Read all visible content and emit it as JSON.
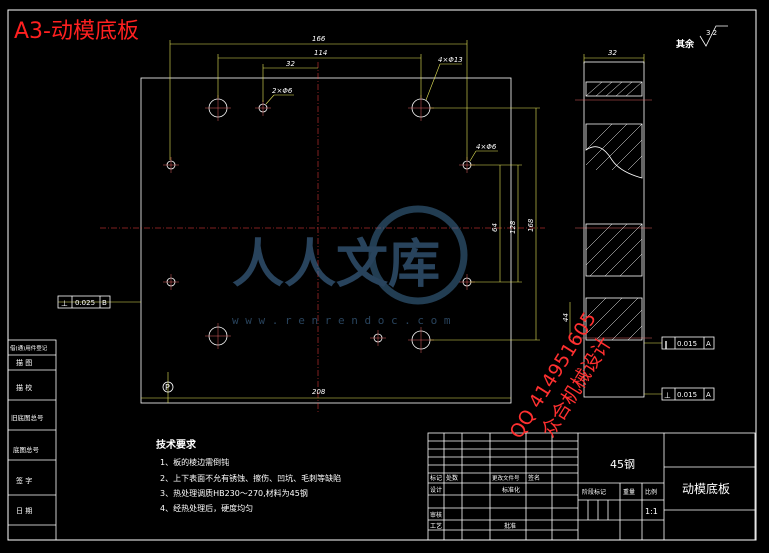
{
  "sheet_title": "A3-动模底板",
  "surface_finish": {
    "label": "其余",
    "value": "3.2"
  },
  "dimensions": {
    "d166": "166",
    "d114": "114",
    "d32": "32",
    "d4x13": "4×Φ13",
    "d2x6": "2×Φ6",
    "d4x6": "4×Φ6",
    "d64": "64",
    "d128": "128",
    "d168": "168",
    "d208": "208",
    "thk32": "32",
    "d44": "44"
  },
  "tolerances": {
    "left": {
      "value": "0.025",
      "datum": "B"
    },
    "right1": {
      "value": "0.015",
      "datum": "A"
    },
    "right2": {
      "value": "0.015",
      "datum": "A"
    }
  },
  "datum_circle": "P",
  "tech_req": {
    "title": "技术要求",
    "items": [
      "1、板的棱边需倒钝",
      "2、上下表面不允有锈蚀、擦伤、凹坑、毛刺等缺陷",
      "3、热处理调质HB230～270,材料为45钢",
      "4、经热处理后，硬度均匀"
    ]
  },
  "left_strip": [
    "借(通)用件登记",
    "描 图",
    "描 校",
    "旧底图总号",
    "底图总号",
    "签 字",
    "日 期"
  ],
  "title_block": {
    "material": "45钢",
    "part_name": "动模底板",
    "row_labels": [
      "标记",
      "处数",
      "更改文件号",
      "签名"
    ],
    "design": "设计",
    "standardize": "标准化",
    "stage_mark": "阶段标记",
    "weight": "重量",
    "scale_label": "比例",
    "scale": "1:1",
    "review": "审核",
    "process": "工艺",
    "approve": "批准"
  },
  "overlay_watermark": {
    "line1": "QQ 414951605",
    "line2": "众合机械设计"
  },
  "logo_watermark": {
    "text": "人人文库",
    "url": "w w w . r e n r e n d o c . c o m"
  },
  "colors": {
    "background": "#000000",
    "line": "#ffffff",
    "dim": "#e8e85a",
    "center": "#ff4040",
    "title_red": "#ff2020"
  }
}
